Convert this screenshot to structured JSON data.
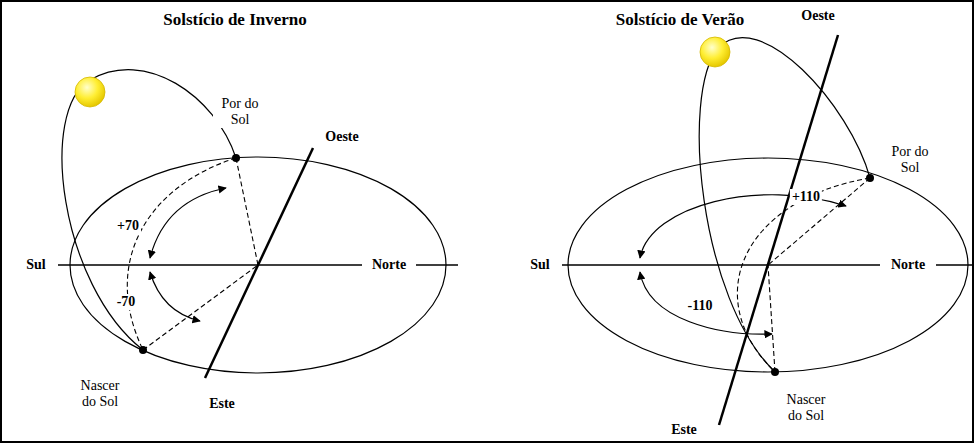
{
  "diagram": {
    "labels": [
      "Solstício de Inverno",
      "Por do Sol",
      "Oeste",
      "+70",
      "Sul",
      "Norte",
      "-70",
      "Nascer do Sol",
      "Este",
      "Solstício de Verão",
      "Oeste",
      "Por do Sol",
      "+110",
      "Sul",
      "Norte",
      "-110",
      "Este",
      "Nascer do Sol"
    ]
  }
}
